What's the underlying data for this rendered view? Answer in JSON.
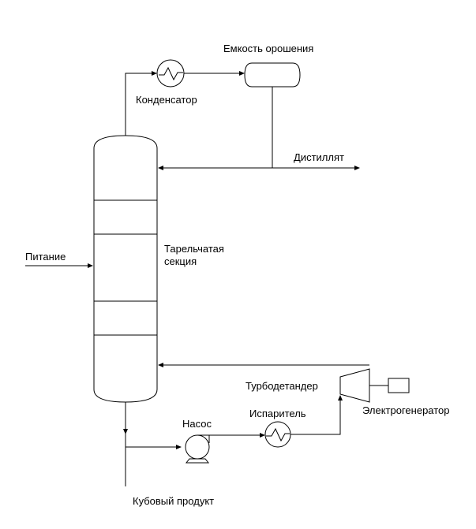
{
  "labels": {
    "reflux_drum": "Емкость орошения",
    "condenser": "Конденсатор",
    "distillate": "Дистиллят",
    "feed": "Питание",
    "tray_section_line1": "Тарельчатая",
    "tray_section_line2": "секция",
    "turboexpander": "Турбодетандер",
    "generator": "Электрогенератор",
    "pump": "Насос",
    "evaporator": "Испаритель",
    "bottoms": "Кубовый продукт"
  },
  "column": {
    "tray_count": 4
  },
  "colors": {
    "line": "#000000",
    "background": "#ffffff"
  }
}
